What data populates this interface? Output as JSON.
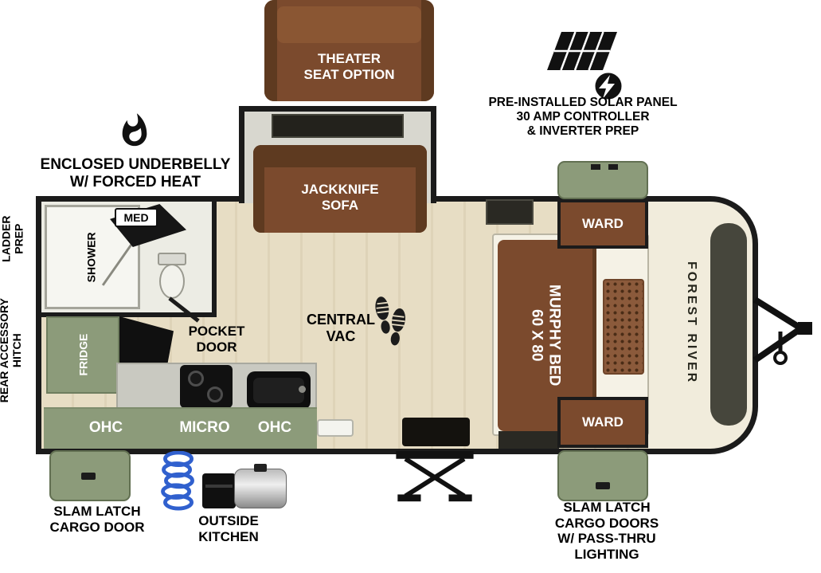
{
  "callouts": {
    "theater": "THEATER\nSEAT OPTION",
    "solar": "PRE-INSTALLED SOLAR PANEL\n30 AMP CONTROLLER\n& INVERTER PREP",
    "underbelly": "ENCLOSED UNDERBELLY\nW/ FORCED HEAT",
    "ladder_prep": "LADDER\nPREP",
    "rear_hitch": "REAR ACCESSORY\nHITCH",
    "slam_left": "SLAM LATCH\nCARGO DOOR",
    "outside_kitchen": "OUTSIDE\nKITCHEN",
    "slam_right": "SLAM LATCH\nCARGO DOORS\nW/ PASS-THRU\nLIGHTING"
  },
  "rooms": {
    "jackknife": "JACKKNIFE\nSOFA",
    "shower": "SHOWER",
    "med": "MED",
    "pocket_door": "POCKET\nDOOR",
    "fridge": "FRIDGE",
    "central_vac": "CENTRAL\nVAC",
    "ohc_left": "OHC",
    "micro": "MICRO",
    "ohc_right": "OHC",
    "murphy": "60 X 80\nMURPHY BED",
    "ward_top": "WARD",
    "ward_bottom": "WARD",
    "brand": "FOREST RIVER"
  },
  "icons": {
    "solar_panel": "solar-panel-with-lightning-bolt",
    "forced_heat": "flame",
    "central_vac": "footprints",
    "front_hitch": "a-frame-tongue-with-jack",
    "entry_step": "scissor-step",
    "outside_kitchen_hose": "coiled-hose"
  },
  "colors": {
    "sage_green": "#8C9B7A",
    "brown": "#7B4A2D",
    "brown_dark": "#5E3A20",
    "floor_wood": "#E7DDC4",
    "cream": "#F1ECDC",
    "wall": "#1B1B1B",
    "counter_gray": "#C9C9C1",
    "window_dark": "#23221C",
    "hose_blue": "#3060CE"
  }
}
